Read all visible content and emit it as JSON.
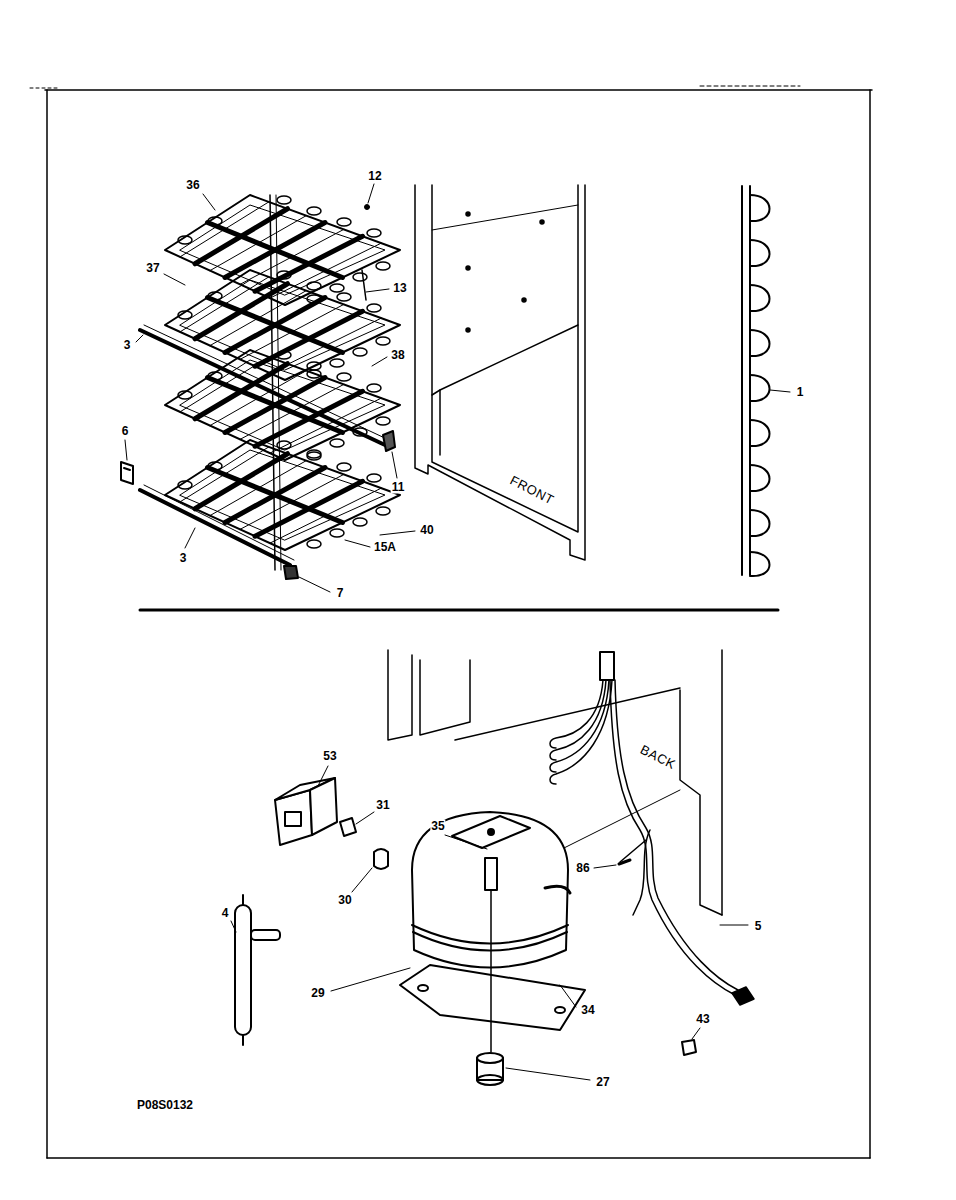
{
  "diagram": {
    "labels": [
      "36",
      "12",
      "37",
      "13",
      "38",
      "3",
      "1",
      "6",
      "11",
      "40",
      "15A",
      "3",
      "7",
      "FRONT",
      "53",
      "31",
      "BACK",
      "35",
      "86",
      "30",
      "4",
      "29",
      "34",
      "5",
      "43",
      "27",
      "P08S0132"
    ]
  }
}
